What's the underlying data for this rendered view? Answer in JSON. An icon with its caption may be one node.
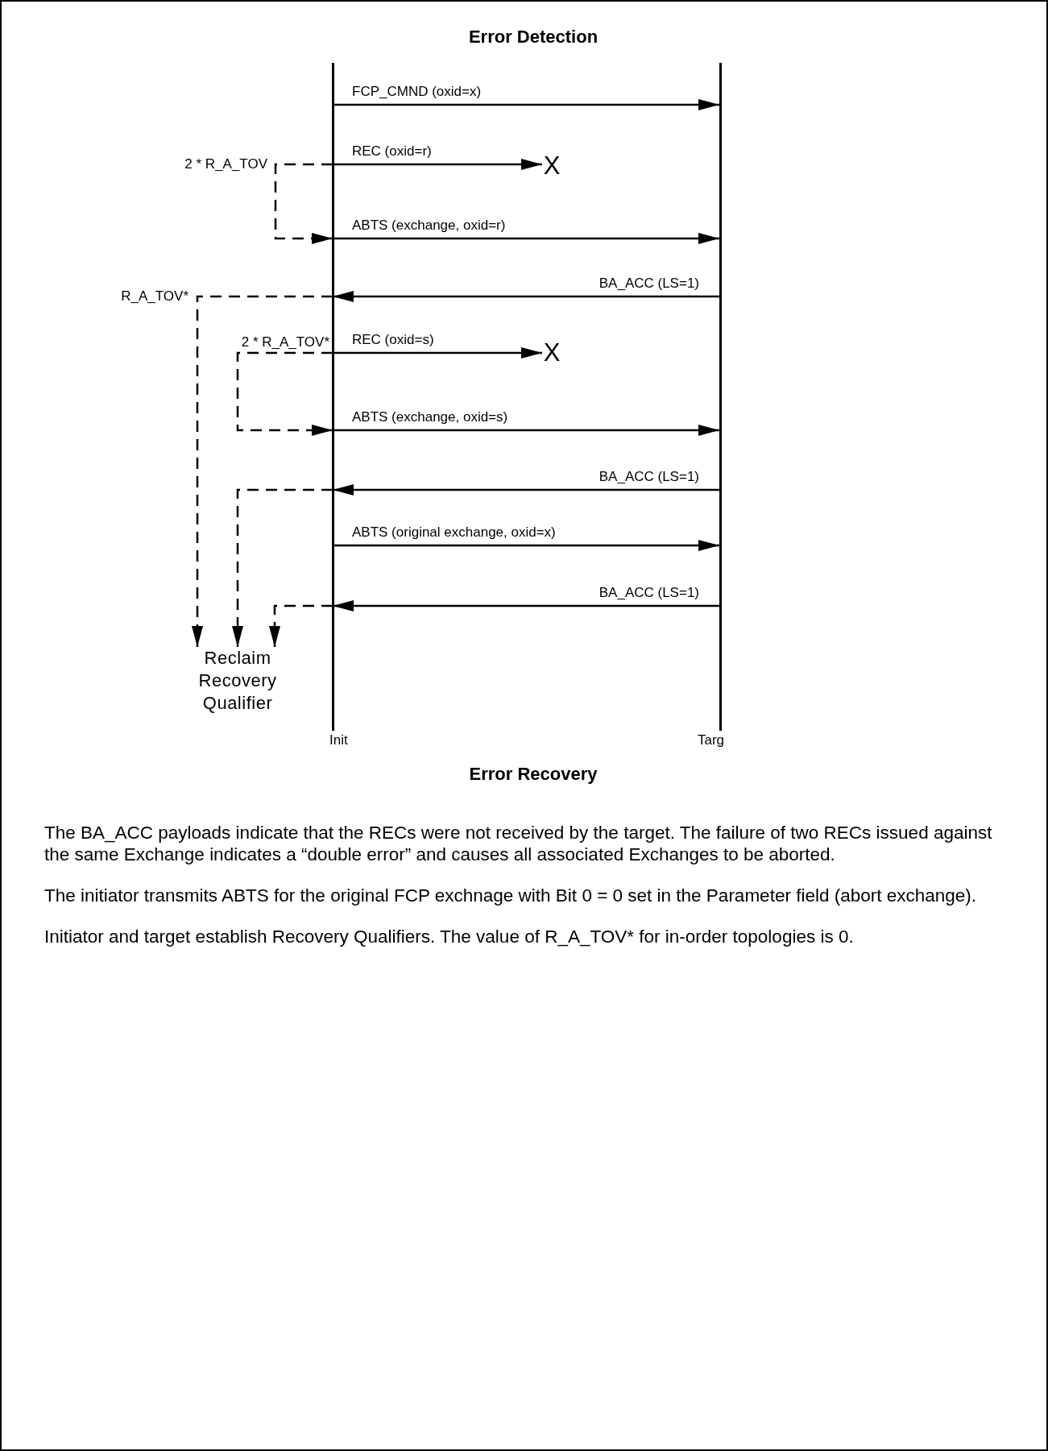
{
  "diagram": {
    "title": "Error Detection",
    "nodes": [
      {
        "text": [
          "Init"
        ]
      },
      {
        "text": [
          "Targ"
        ]
      },
      {
        "text": [
          "X"
        ]
      },
      {
        "text": [
          "X"
        ]
      },
      {
        "text": [
          "Reclaim Recovery Qualifier"
        ]
      }
    ],
    "edges": [
      {
        "from": 0,
        "to": 1,
        "arrow": "to",
        "label": "FCP_CMND (oxid=x)"
      },
      {
        "from": 0,
        "to": 2,
        "arrow": "to",
        "label": "REC (oxid=r)"
      },
      {
        "from": 0,
        "to": 0,
        "arrow": "to",
        "label": "2 * R_A_TOV",
        "style": "dashed"
      },
      {
        "from": 0,
        "to": 1,
        "arrow": "to",
        "label": "ABTS (exchange, oxid=r)"
      },
      {
        "from": 1,
        "to": 0,
        "arrow": "to",
        "label": "BA_ACC (LS=1)"
      },
      {
        "from": 0,
        "to": 4,
        "arrow": "to",
        "label": "R_A_TOV*",
        "style": "dashed"
      },
      {
        "from": 0,
        "to": 3,
        "arrow": "to",
        "label": "REC (oxid=s)"
      },
      {
        "from": 0,
        "to": 0,
        "arrow": "to",
        "label": "2 * R_A_TOV*",
        "style": "dashed"
      },
      {
        "from": 0,
        "to": 1,
        "arrow": "to",
        "label": "ABTS (exchange, oxid=s)"
      },
      {
        "from": 1,
        "to": 0,
        "arrow": "to",
        "label": "BA_ACC (LS=1)"
      },
      {
        "from": 0,
        "to": 4,
        "arrow": "to",
        "style": "dashed"
      },
      {
        "from": 0,
        "to": 1,
        "arrow": "to",
        "label": "ABTS (original exchange, oxid=x)"
      },
      {
        "from": 1,
        "to": 0,
        "arrow": "to",
        "label": "BA_ACC (LS=1)"
      },
      {
        "from": 0,
        "to": 4,
        "arrow": "to",
        "style": "dashed"
      }
    ],
    "labels": [
      "Error Recovery",
      "The BA_ACC payloads indicate that the RECs were not received by the target. The failure of two RECs issued against the same Exchange indicates a “double error” and causes all associated Exchanges to be aborted.",
      "The initiator transmits ABTS for the original FCP exchnage with Bit 0 = 0 set in the Parameter field (abort exchange).",
      "Initiator and target establish Recovery Qualifiers. The value of R_A_TOV* for in-order topologies is 0."
    ]
  }
}
